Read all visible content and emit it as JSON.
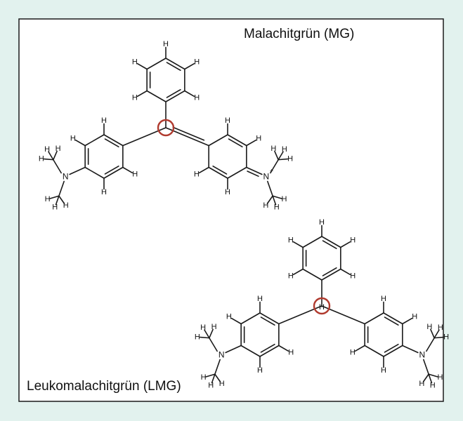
{
  "figure": {
    "molecules": [
      {
        "id": "mg",
        "name": "Malachitgrün (MG)",
        "cationic_nitrogen": true
      },
      {
        "id": "lmg",
        "name": "Leukomalachitgrün (LMG)",
        "cationic_nitrogen": false
      }
    ],
    "atom_labels": {
      "hydrogen": "H",
      "nitrogen": "N",
      "charge": "+"
    },
    "colors": {
      "page_background": "#e2f2ee",
      "panel_background": "#ffffff",
      "bond": "#1a1a1a",
      "central_carbon_marker": "#b03a2e"
    }
  }
}
